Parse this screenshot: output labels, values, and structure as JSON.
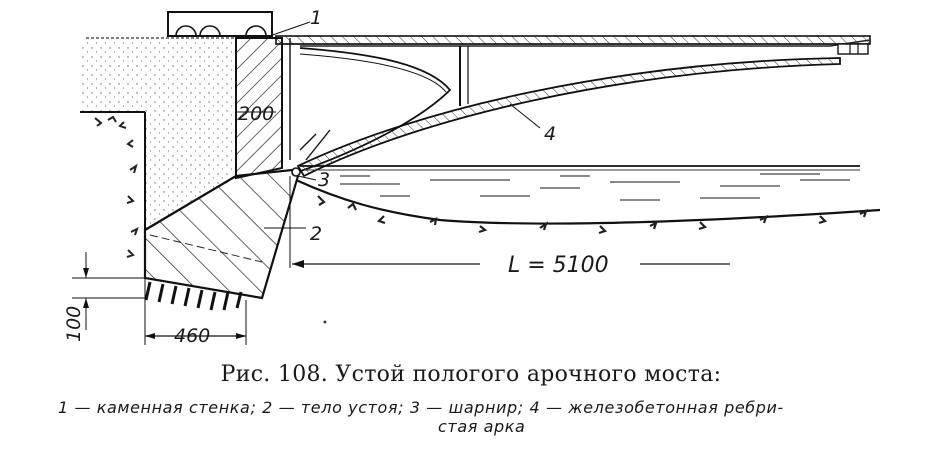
{
  "figure": {
    "callouts": {
      "c1": "1",
      "c2": "2",
      "c3": "3",
      "c4": "4"
    },
    "dimensions": {
      "wall_thickness": "200",
      "span": "L = 5100",
      "base_width": "460",
      "footing_height": "100"
    }
  },
  "caption": {
    "title": "Рис. 108. Устой пологого арочного моста:",
    "legend_line1": "1 — каменная стенка; 2 — тело устоя; 3 — шарнир; 4 — железобетонная ребри-",
    "legend_line2": "стая арка"
  }
}
